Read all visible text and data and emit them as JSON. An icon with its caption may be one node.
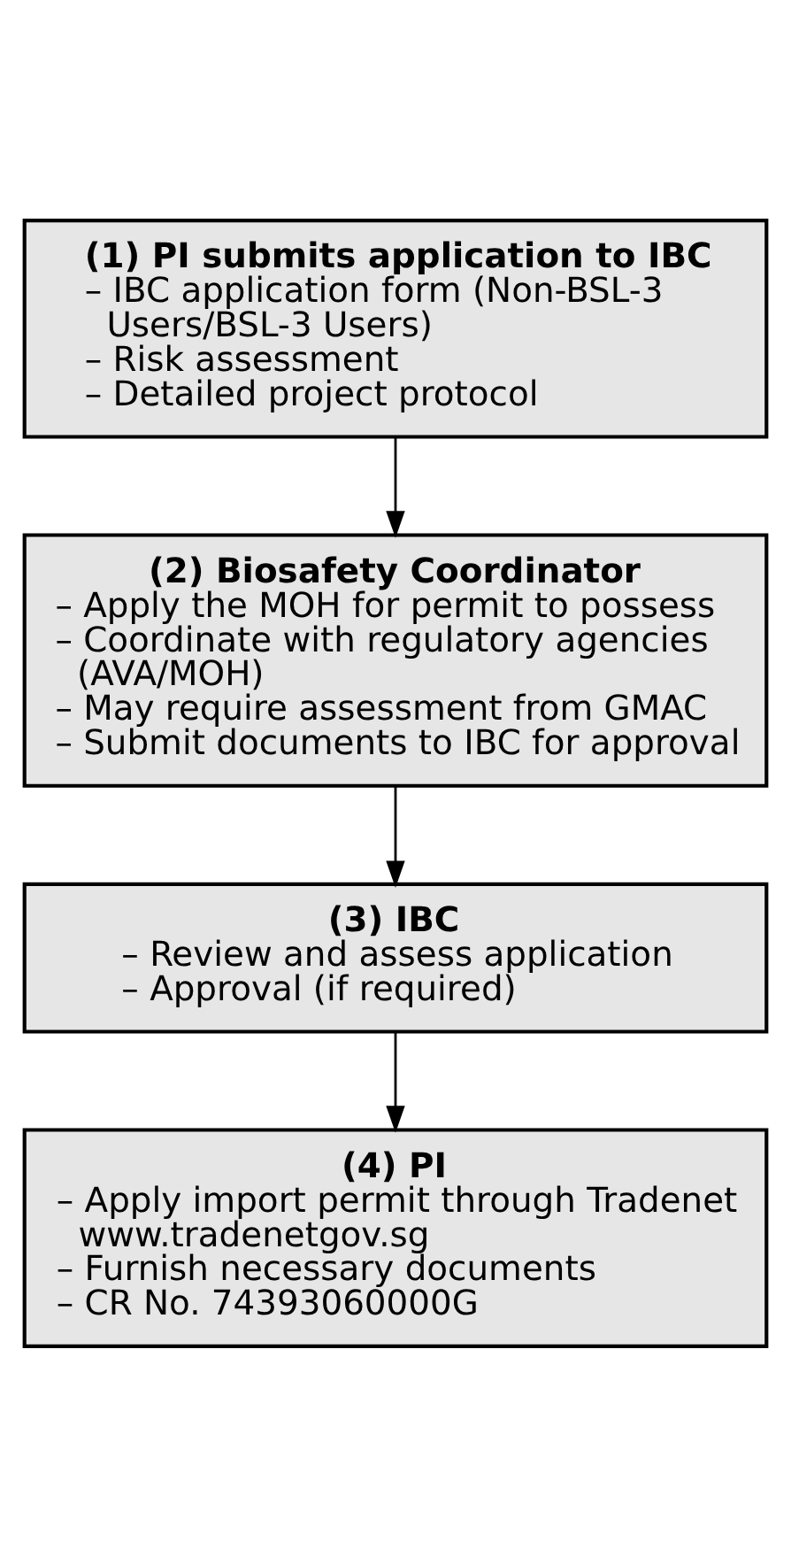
{
  "diagram": {
    "nodes": [
      {
        "text": [
          "(1) PI submits application to IBC",
          "– IBC application form (Non-BSL-3 Users/BSL-3 Users)",
          "– Risk assessment",
          "– Detailed project protocol"
        ]
      },
      {
        "text": [
          "(2) Biosafety Coordinator",
          "– Apply the MOH for permit to possess",
          "– Coordinate with regulatory agencies (AVA/MOH)",
          "– May require assessment from GMAC",
          "– Submit documents to IBC for approval"
        ]
      },
      {
        "text": [
          "(3) IBC",
          "– Review and assess application",
          "– Approval (if required)"
        ]
      },
      {
        "text": [
          "(4) PI",
          "– Apply import permit through Tradenet www.tradenetgov.sg",
          "– Furnish necessary documents",
          "– CR No. 74393060000G"
        ]
      }
    ],
    "edges": [
      {
        "from": 0,
        "to": 1,
        "arrow": "to"
      },
      {
        "from": 1,
        "to": 2,
        "arrow": "to"
      },
      {
        "from": 2,
        "to": 3,
        "arrow": "to"
      }
    ]
  }
}
